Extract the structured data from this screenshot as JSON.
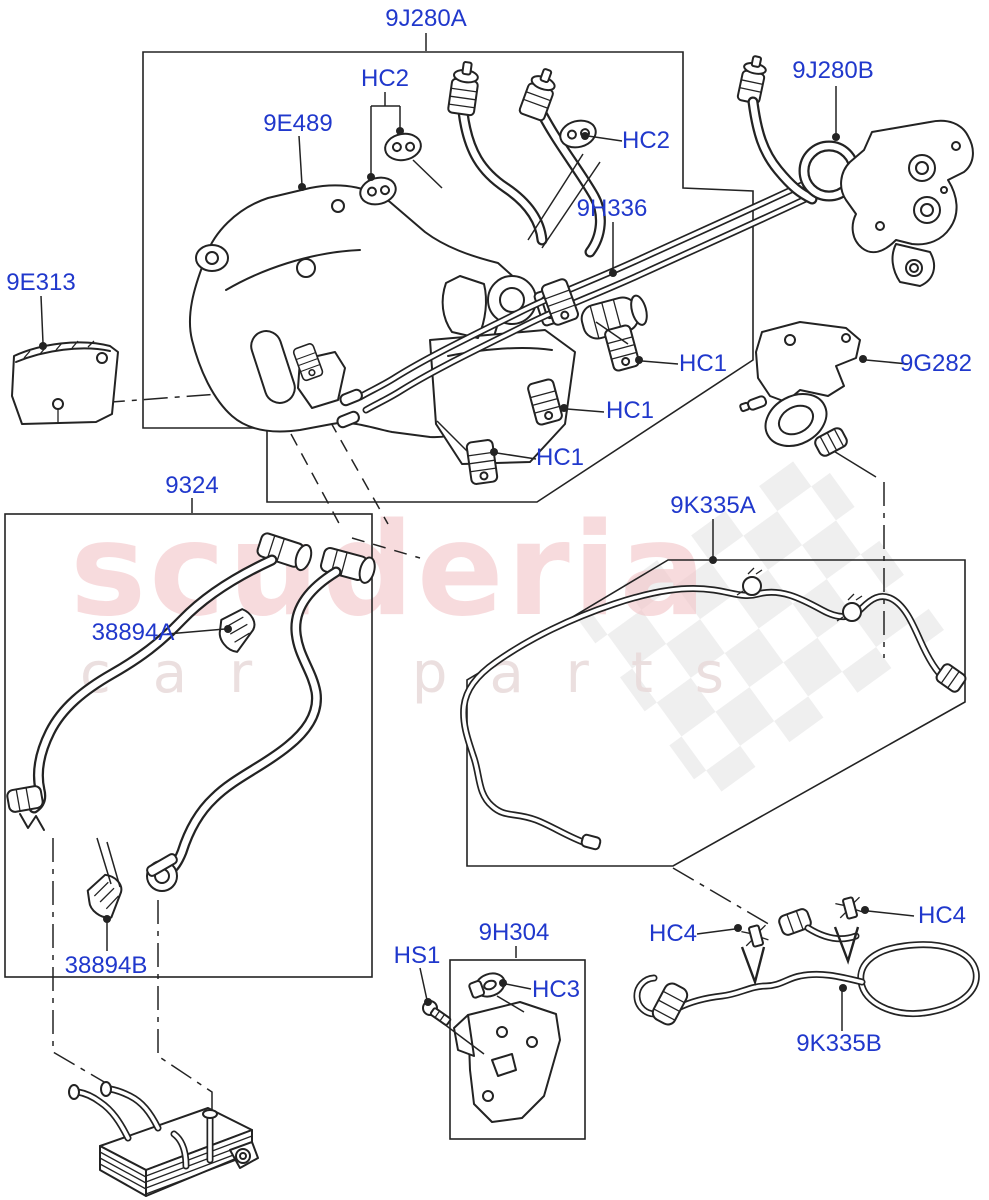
{
  "colors": {
    "label": "#2038cc",
    "line": "#232323",
    "pink": "#f3c6c9",
    "pink2": "#e9dcdc",
    "checker": "#dededf"
  },
  "watermark": {
    "brand": "scuderia",
    "tagline": "car parts"
  },
  "labels": {
    "p9j280a": "9J280A",
    "p9j280b": "9J280B",
    "hc2_a": "HC2",
    "hc2_b": "HC2",
    "p9e489": "9E489",
    "p9h336": "9H336",
    "p9e313": "9E313",
    "hc1_a": "HC1",
    "hc1_b": "HC1",
    "hc1_c": "HC1",
    "p9g282": "9G282",
    "p9324": "9324",
    "p9k335a": "9K335A",
    "p38894a": "38894A",
    "p38894b": "38894B",
    "hs1": "HS1",
    "p9h304": "9H304",
    "hc3": "HC3",
    "hc4_a": "HC4",
    "hc4_b": "HC4",
    "p9k335b": "9K335B"
  }
}
